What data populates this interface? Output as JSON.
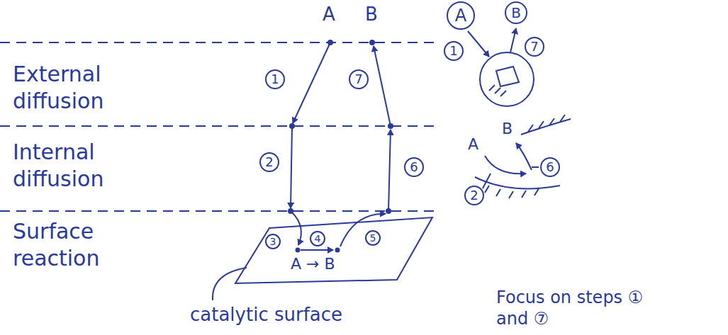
{
  "diagram": {
    "nodes": [
      {
        "text": [
          "A"
        ]
      },
      {
        "text": [
          "B"
        ]
      },
      {
        "text": [
          "A → B"
        ]
      }
    ],
    "labels": [
      "A",
      "B",
      "External diffusion",
      "Internal diffusion",
      "Surface reaction",
      "1",
      "7",
      "2",
      "6",
      "3",
      "4",
      "5",
      "catalytic surface",
      "1",
      "7",
      "A",
      "B",
      "2",
      "6",
      "Focus on steps ① and ⑦"
    ]
  }
}
